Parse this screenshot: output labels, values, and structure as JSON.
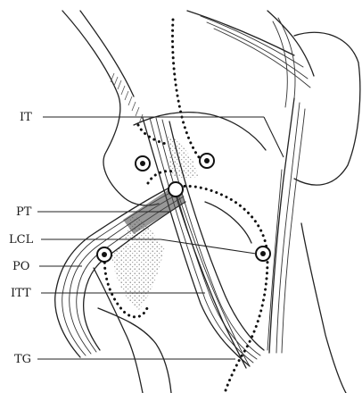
{
  "labels": {
    "it": "IT",
    "pt": "PT",
    "lcl": "LCL",
    "po": "PO",
    "itt": "ITT",
    "tg": "TG"
  },
  "colors": {
    "ink": "#222222",
    "background": "#ffffff"
  }
}
